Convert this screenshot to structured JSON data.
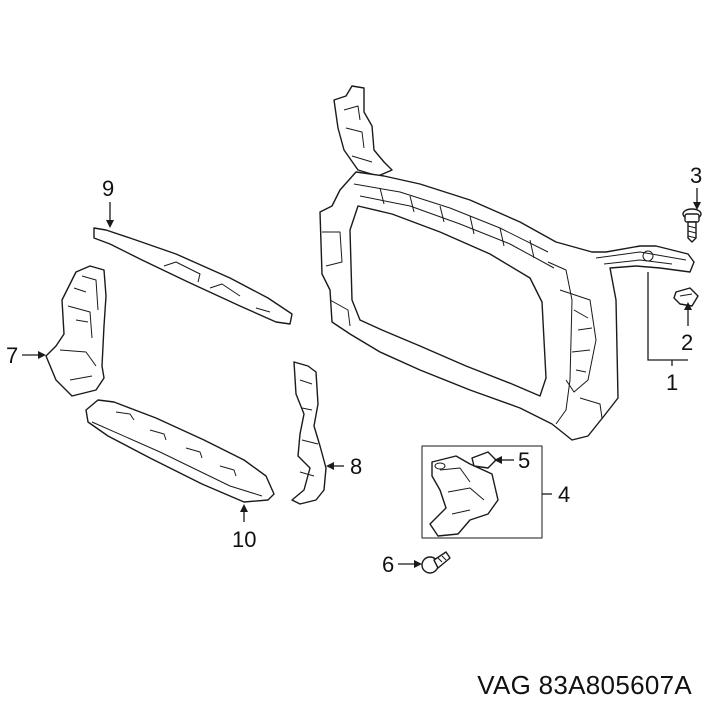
{
  "callouts": {
    "c1": "1",
    "c2": "2",
    "c3": "3",
    "c4": "4",
    "c5": "5",
    "c6": "6",
    "c7": "7",
    "c8": "8",
    "c9": "9",
    "c10": "10"
  },
  "caption": "VAG 83A805607A"
}
